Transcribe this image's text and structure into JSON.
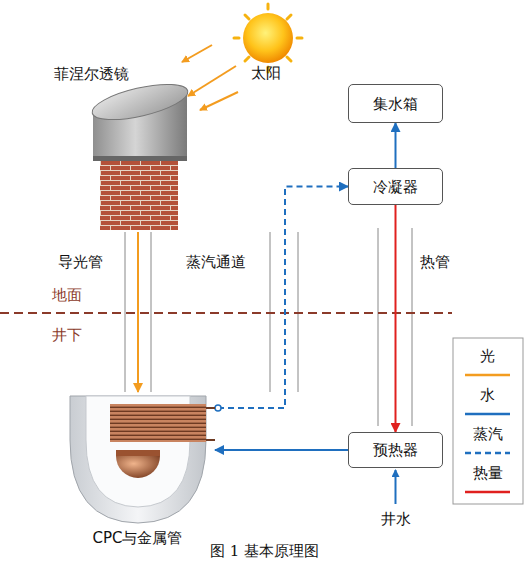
{
  "diagram": {
    "caption": "图 1 基本原理图",
    "nodes": [
      {
        "text": [
          "菲涅尔透镜"
        ]
      },
      {
        "text": [
          "集水箱"
        ]
      },
      {
        "text": [
          "冷凝器"
        ]
      },
      {
        "text": [
          "预热器"
        ]
      },
      {
        "text": [
          "CPC与金属管"
        ]
      }
    ],
    "edges": [
      {
        "from": 0,
        "to": 4,
        "arrow": "to"
      },
      {
        "from": 4,
        "to": 2,
        "arrow": "to"
      },
      {
        "from": 2,
        "to": 1,
        "arrow": "to"
      },
      {
        "from": 2,
        "to": 3,
        "arrow": "to"
      },
      {
        "from": 3,
        "to": 4,
        "arrow": "to"
      }
    ],
    "labels": [
      "太阳",
      "导光管",
      "蒸汽通道",
      "热管",
      "地面",
      "井下",
      "井水"
    ],
    "legend": [
      {
        "text": "光"
      },
      {
        "text": "水"
      },
      {
        "text": "蒸汽"
      },
      {
        "text": "热量"
      }
    ]
  }
}
